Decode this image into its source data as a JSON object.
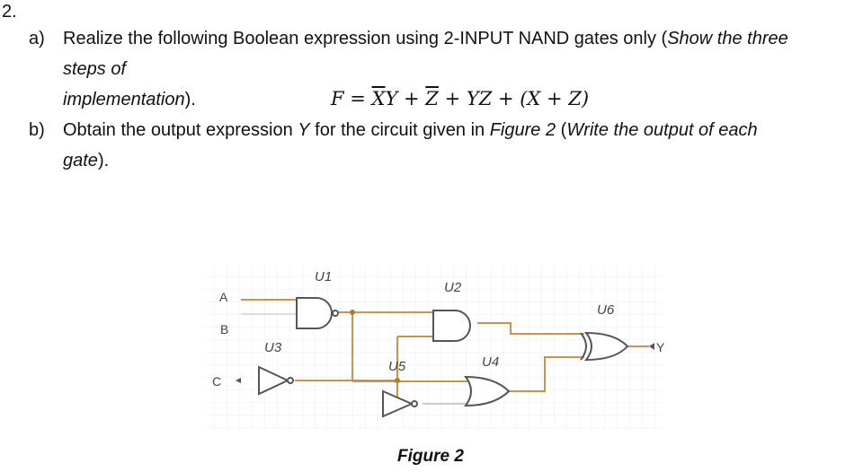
{
  "question_number": "2.",
  "part_a": {
    "label": "a)",
    "text_1": "Realize the following Boolean expression using 2-INPUT NAND gates only (",
    "italic_1": "Show the three",
    "italic_2": "steps of implementation",
    "text_2": ")."
  },
  "equation": {
    "lhs": "F = ",
    "x_bar": "X",
    "y": "Y + ",
    "z_bar": "Z",
    "rest": " + YZ + (X + Z)"
  },
  "part_b": {
    "label": "b)",
    "text_1": "Obtain the output expression ",
    "var": "Y",
    "text_2": " for the circuit given in ",
    "fig_ref": "Figure 2",
    "text_3": " (",
    "italic_1": "Write the output of each",
    "italic_2": "gate",
    "text_4": ")."
  },
  "circuit": {
    "inputs": [
      "A",
      "B",
      "C"
    ],
    "output": "Y",
    "gates": [
      "U1",
      "U2",
      "U3",
      "U4",
      "U5",
      "U6"
    ],
    "colors": {
      "wire": "#c8964a",
      "gate": "#555555",
      "node": "#b07a30",
      "grid": "#e6e6e6"
    }
  },
  "figure_caption": "Figure 2"
}
